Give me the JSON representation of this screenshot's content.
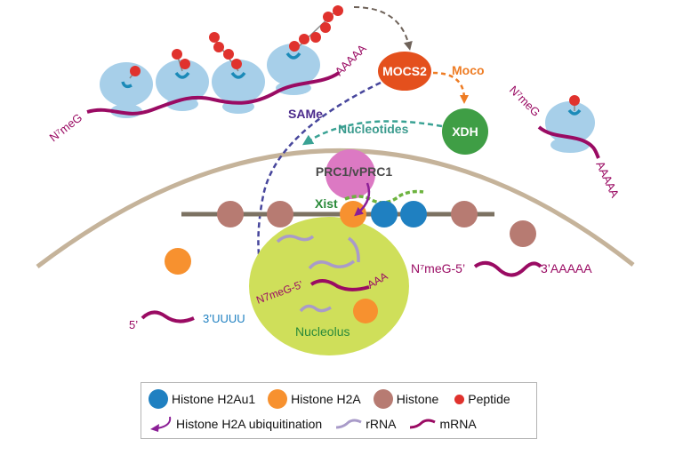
{
  "colors": {
    "ribosome": "#a7cfe9",
    "ribosome_site": "#1b8ab8",
    "peptide": "#e0322d",
    "mrna": "#9a0b63",
    "rrna": "#a99bc9",
    "histone": "#b77b72",
    "histone_h2a": "#f7912f",
    "histone_h2au1": "#1f80c1",
    "mocs2": "#e4501d",
    "xdh": "#3f9e45",
    "prc1": "#dc79c3",
    "nucleolus": "#cfdf5a",
    "nuclear_envelope": "#c5b39a",
    "chromatin": "#7c7262",
    "same_arrow": "#47469c",
    "nucleotides_arrow": "#3aa294",
    "moco_arrow": "#ee7c24",
    "peptide_to_mocs2_arrow": "#6e6259",
    "xist": "#6db33f",
    "ubiquitination_arrow": "#8b1f96",
    "label_purple_dark": "#4b2a8c",
    "label_teal": "#3b9b8e",
    "label_orange": "#ee7c24",
    "label_green": "#2a8a3a",
    "label_gray": "#4a4a4a",
    "label_blue": "#1f80c1"
  },
  "labels": {
    "polysome_cap": "N⁷meG",
    "polysome_tail": "AAAAA",
    "mocs2": "MOCS2",
    "moco": "Moco",
    "xdh": "XDH",
    "same": "SAMe",
    "nucleotides": "Nucleotides",
    "prc1": "PRC1/vPRC1",
    "xist": "Xist",
    "single_ribosome_cap": "N⁷meG",
    "single_ribosome_tail": "AAAAA",
    "nuclear_mrna_cap": "N⁷meG-5’",
    "nuclear_mrna_tail": "3’AAAAA",
    "nucleolus_mrna_cap": "N7meG-5’",
    "nucleolus_mrna_tail": "AAA",
    "nucleolus": "Nucleolus",
    "free_rna_5prime": "5’",
    "free_rna_3prime": "3’UUUU"
  },
  "legend": {
    "row1": [
      {
        "label": "Histone H2Au1",
        "swatch": "histone-h2au1",
        "color": "#1f80c1"
      },
      {
        "label": "Histone H2A",
        "swatch": "histone-h2a",
        "color": "#f7912f"
      },
      {
        "label": "Histone",
        "swatch": "histone",
        "color": "#b77b72"
      },
      {
        "label": "Peptide",
        "swatch": "peptide",
        "color": "#e0322d"
      }
    ],
    "row2": [
      {
        "label": "Histone H2A ubiquitination",
        "swatch": "ubiquitination-arrow"
      },
      {
        "label": "rRNA",
        "swatch": "rrna-squiggle"
      },
      {
        "label": "mRNA",
        "swatch": "mrna-squiggle"
      }
    ]
  }
}
